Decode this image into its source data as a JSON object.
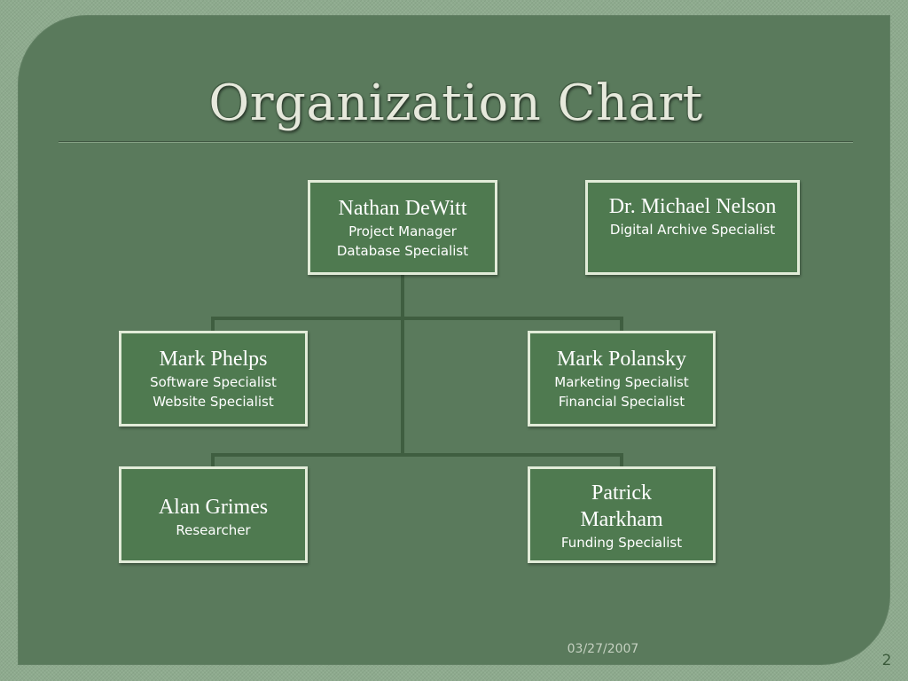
{
  "slide": {
    "title": "Organization Chart",
    "date": "03/27/2007",
    "page_number": "2"
  },
  "org_chart": {
    "nathan": {
      "name": "Nathan DeWitt",
      "roles": [
        "Project Manager",
        "Database Specialist"
      ]
    },
    "michael": {
      "name": "Dr. Michael Nelson",
      "roles": [
        "Digital Archive Specialist"
      ]
    },
    "phelps": {
      "name": "Mark Phelps",
      "roles": [
        "Software Specialist",
        "Website Specialist"
      ]
    },
    "polansky": {
      "name": "Mark Polansky",
      "roles": [
        "Marketing Specialist",
        "Financial Specialist"
      ]
    },
    "grimes": {
      "name": "Alan Grimes",
      "roles": [
        "Researcher"
      ]
    },
    "markham": {
      "name": "Patrick Markham",
      "roles": [
        "Funding Specialist"
      ]
    },
    "reporting_lines": [
      [
        "Nathan DeWitt",
        "Mark Phelps"
      ],
      [
        "Nathan DeWitt",
        "Mark Polansky"
      ],
      [
        "Nathan DeWitt",
        "Alan Grimes"
      ],
      [
        "Nathan DeWitt",
        "Patrick Markham"
      ]
    ]
  },
  "colors": {
    "background": "#8eab8e",
    "panel": "#5a7a5c",
    "node_fill": "#4f7a50",
    "node_border": "#e2ecd9",
    "connector": "#3f5e40",
    "title_text": "#e6e9dc"
  }
}
